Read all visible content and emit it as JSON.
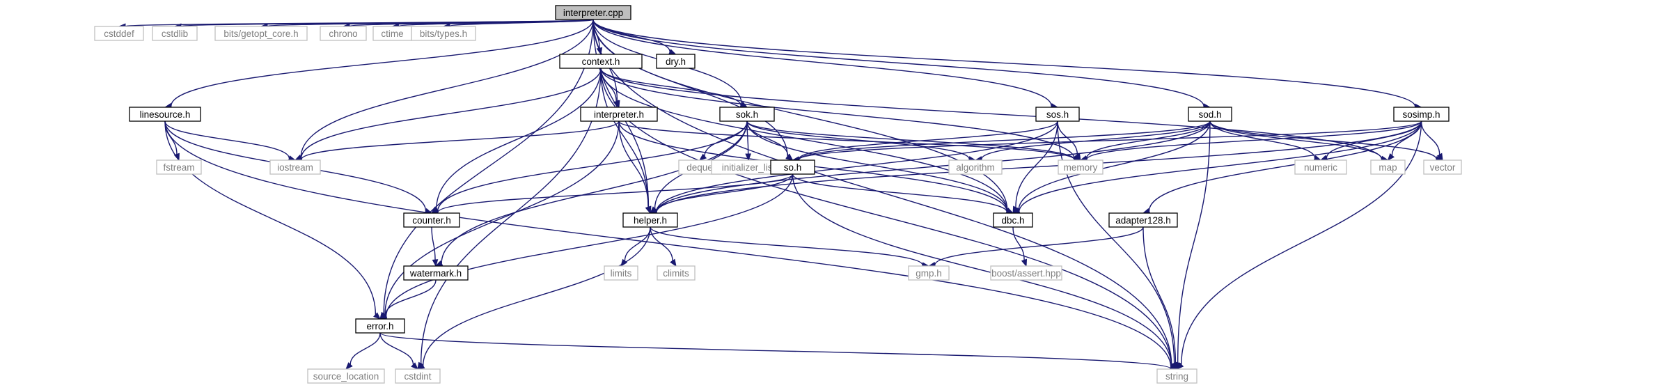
{
  "colors": {
    "edge": "#191970",
    "root_fill": "#bfbfbf",
    "local_border": "#000000",
    "system_border": "#bfbfbf",
    "system_text": "#7f7f7f",
    "text": "#000000",
    "background": "#ffffff"
  },
  "nodes": [
    {
      "id": "interpreter_cpp",
      "label": "interpreter.cpp",
      "kind": "root"
    },
    {
      "id": "cstddef",
      "label": "cstddef",
      "kind": "system"
    },
    {
      "id": "cstdlib",
      "label": "cstdlib",
      "kind": "system"
    },
    {
      "id": "getopt_core",
      "label": "bits/getopt_core.h",
      "kind": "system"
    },
    {
      "id": "chrono",
      "label": "chrono",
      "kind": "system"
    },
    {
      "id": "ctime",
      "label": "ctime",
      "kind": "system"
    },
    {
      "id": "types_h",
      "label": "bits/types.h",
      "kind": "system"
    },
    {
      "id": "context_h",
      "label": "context.h",
      "kind": "local"
    },
    {
      "id": "dry_h",
      "label": "dry.h",
      "kind": "local"
    },
    {
      "id": "linesource_h",
      "label": "linesource.h",
      "kind": "local"
    },
    {
      "id": "interpreter_h",
      "label": "interpreter.h",
      "kind": "local"
    },
    {
      "id": "sok_h",
      "label": "sok.h",
      "kind": "local"
    },
    {
      "id": "sos_h",
      "label": "sos.h",
      "kind": "local"
    },
    {
      "id": "sod_h",
      "label": "sod.h",
      "kind": "local"
    },
    {
      "id": "sosimp_h",
      "label": "sosimp.h",
      "kind": "local"
    },
    {
      "id": "fstream",
      "label": "fstream",
      "kind": "system"
    },
    {
      "id": "iostream",
      "label": "iostream",
      "kind": "system"
    },
    {
      "id": "deque",
      "label": "deque",
      "kind": "system"
    },
    {
      "id": "initializer_list",
      "label": "initializer_list",
      "kind": "system"
    },
    {
      "id": "so_h",
      "label": "so.h",
      "kind": "local"
    },
    {
      "id": "algorithm",
      "label": "algorithm",
      "kind": "system"
    },
    {
      "id": "memory",
      "label": "memory",
      "kind": "system"
    },
    {
      "id": "numeric",
      "label": "numeric",
      "kind": "system"
    },
    {
      "id": "map",
      "label": "map",
      "kind": "system"
    },
    {
      "id": "vector",
      "label": "vector",
      "kind": "system"
    },
    {
      "id": "counter_h",
      "label": "counter.h",
      "kind": "local"
    },
    {
      "id": "helper_h",
      "label": "helper.h",
      "kind": "local"
    },
    {
      "id": "dbc_h",
      "label": "dbc.h",
      "kind": "local"
    },
    {
      "id": "adapter128_h",
      "label": "adapter128.h",
      "kind": "local"
    },
    {
      "id": "watermark_h",
      "label": "watermark.h",
      "kind": "local"
    },
    {
      "id": "limits",
      "label": "limits",
      "kind": "system"
    },
    {
      "id": "climits",
      "label": "climits",
      "kind": "system"
    },
    {
      "id": "gmp_h",
      "label": "gmp.h",
      "kind": "system"
    },
    {
      "id": "boost_assert",
      "label": "boost/assert.hpp",
      "kind": "system"
    },
    {
      "id": "error_h",
      "label": "error.h",
      "kind": "local"
    },
    {
      "id": "source_location",
      "label": "source_location",
      "kind": "system"
    },
    {
      "id": "cstdint",
      "label": "cstdint",
      "kind": "system"
    },
    {
      "id": "string",
      "label": "string",
      "kind": "system"
    }
  ]
}
